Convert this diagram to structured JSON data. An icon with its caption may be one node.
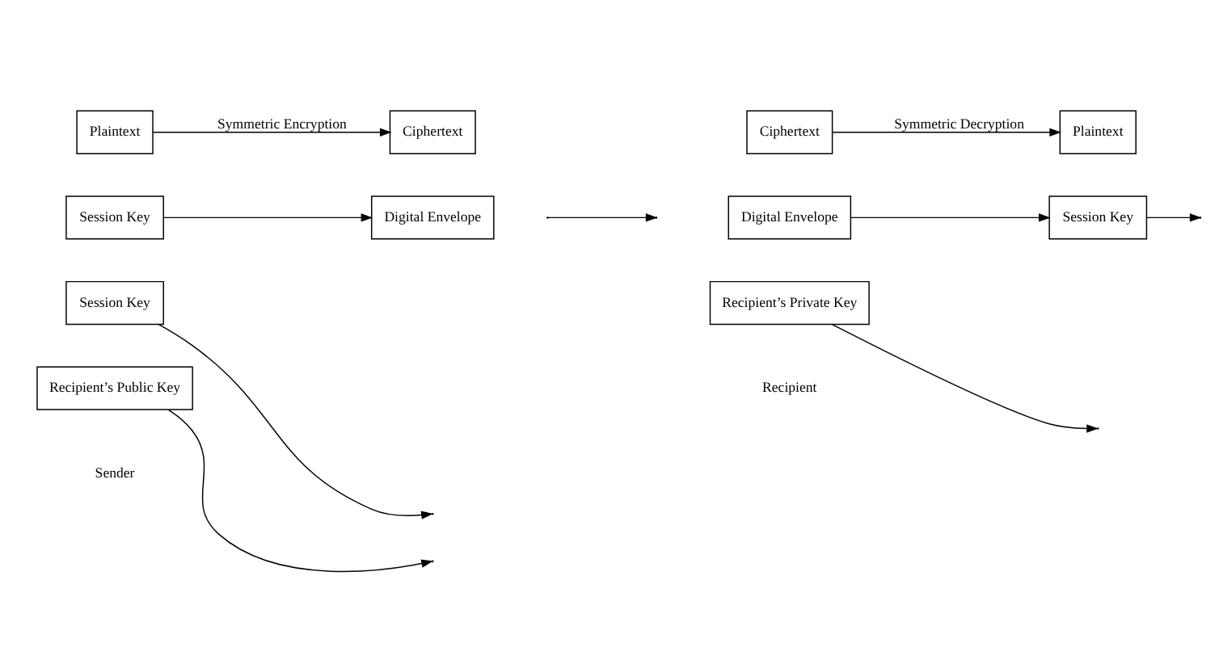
{
  "diagram": {
    "nodes": [
      {
        "text": [
          "Session Key"
        ]
      },
      {
        "text": [
          "Plaintext"
        ]
      },
      {
        "text": [
          "Ciphertext"
        ]
      },
      {
        "text": [
          "Session Key"
        ]
      },
      {
        "text": [
          "Digital Envelope"
        ]
      },
      {
        "text": [
          "Recipient’s Public Key"
        ]
      },
      {
        "text": [
          "Ciphertext"
        ]
      },
      {
        "text": [
          "Plaintext"
        ]
      },
      {
        "text": [
          "Digital Envelope"
        ]
      },
      {
        "text": [
          "Session Key"
        ]
      },
      {
        "text": [
          "Recipient’s Private Key"
        ]
      }
    ],
    "edges": [
      {
        "from": 1,
        "to": 2,
        "arrow": "to",
        "label": "Symmetric Encryption"
      },
      {
        "from": 0,
        "to": null,
        "arrow": "to"
      },
      {
        "from": 3,
        "to": 4,
        "arrow": "to"
      },
      {
        "from": 5,
        "to": null,
        "arrow": "to"
      },
      {
        "from": 6,
        "to": 7,
        "arrow": "to",
        "label": "Symmetric Decryption"
      },
      {
        "from": 8,
        "to": 9,
        "arrow": "to"
      },
      {
        "from": 10,
        "to": null,
        "arrow": "to"
      },
      {
        "from": 9,
        "to": null,
        "arrow": "to"
      }
    ],
    "labels": [
      "Sender",
      "Recipient"
    ]
  }
}
